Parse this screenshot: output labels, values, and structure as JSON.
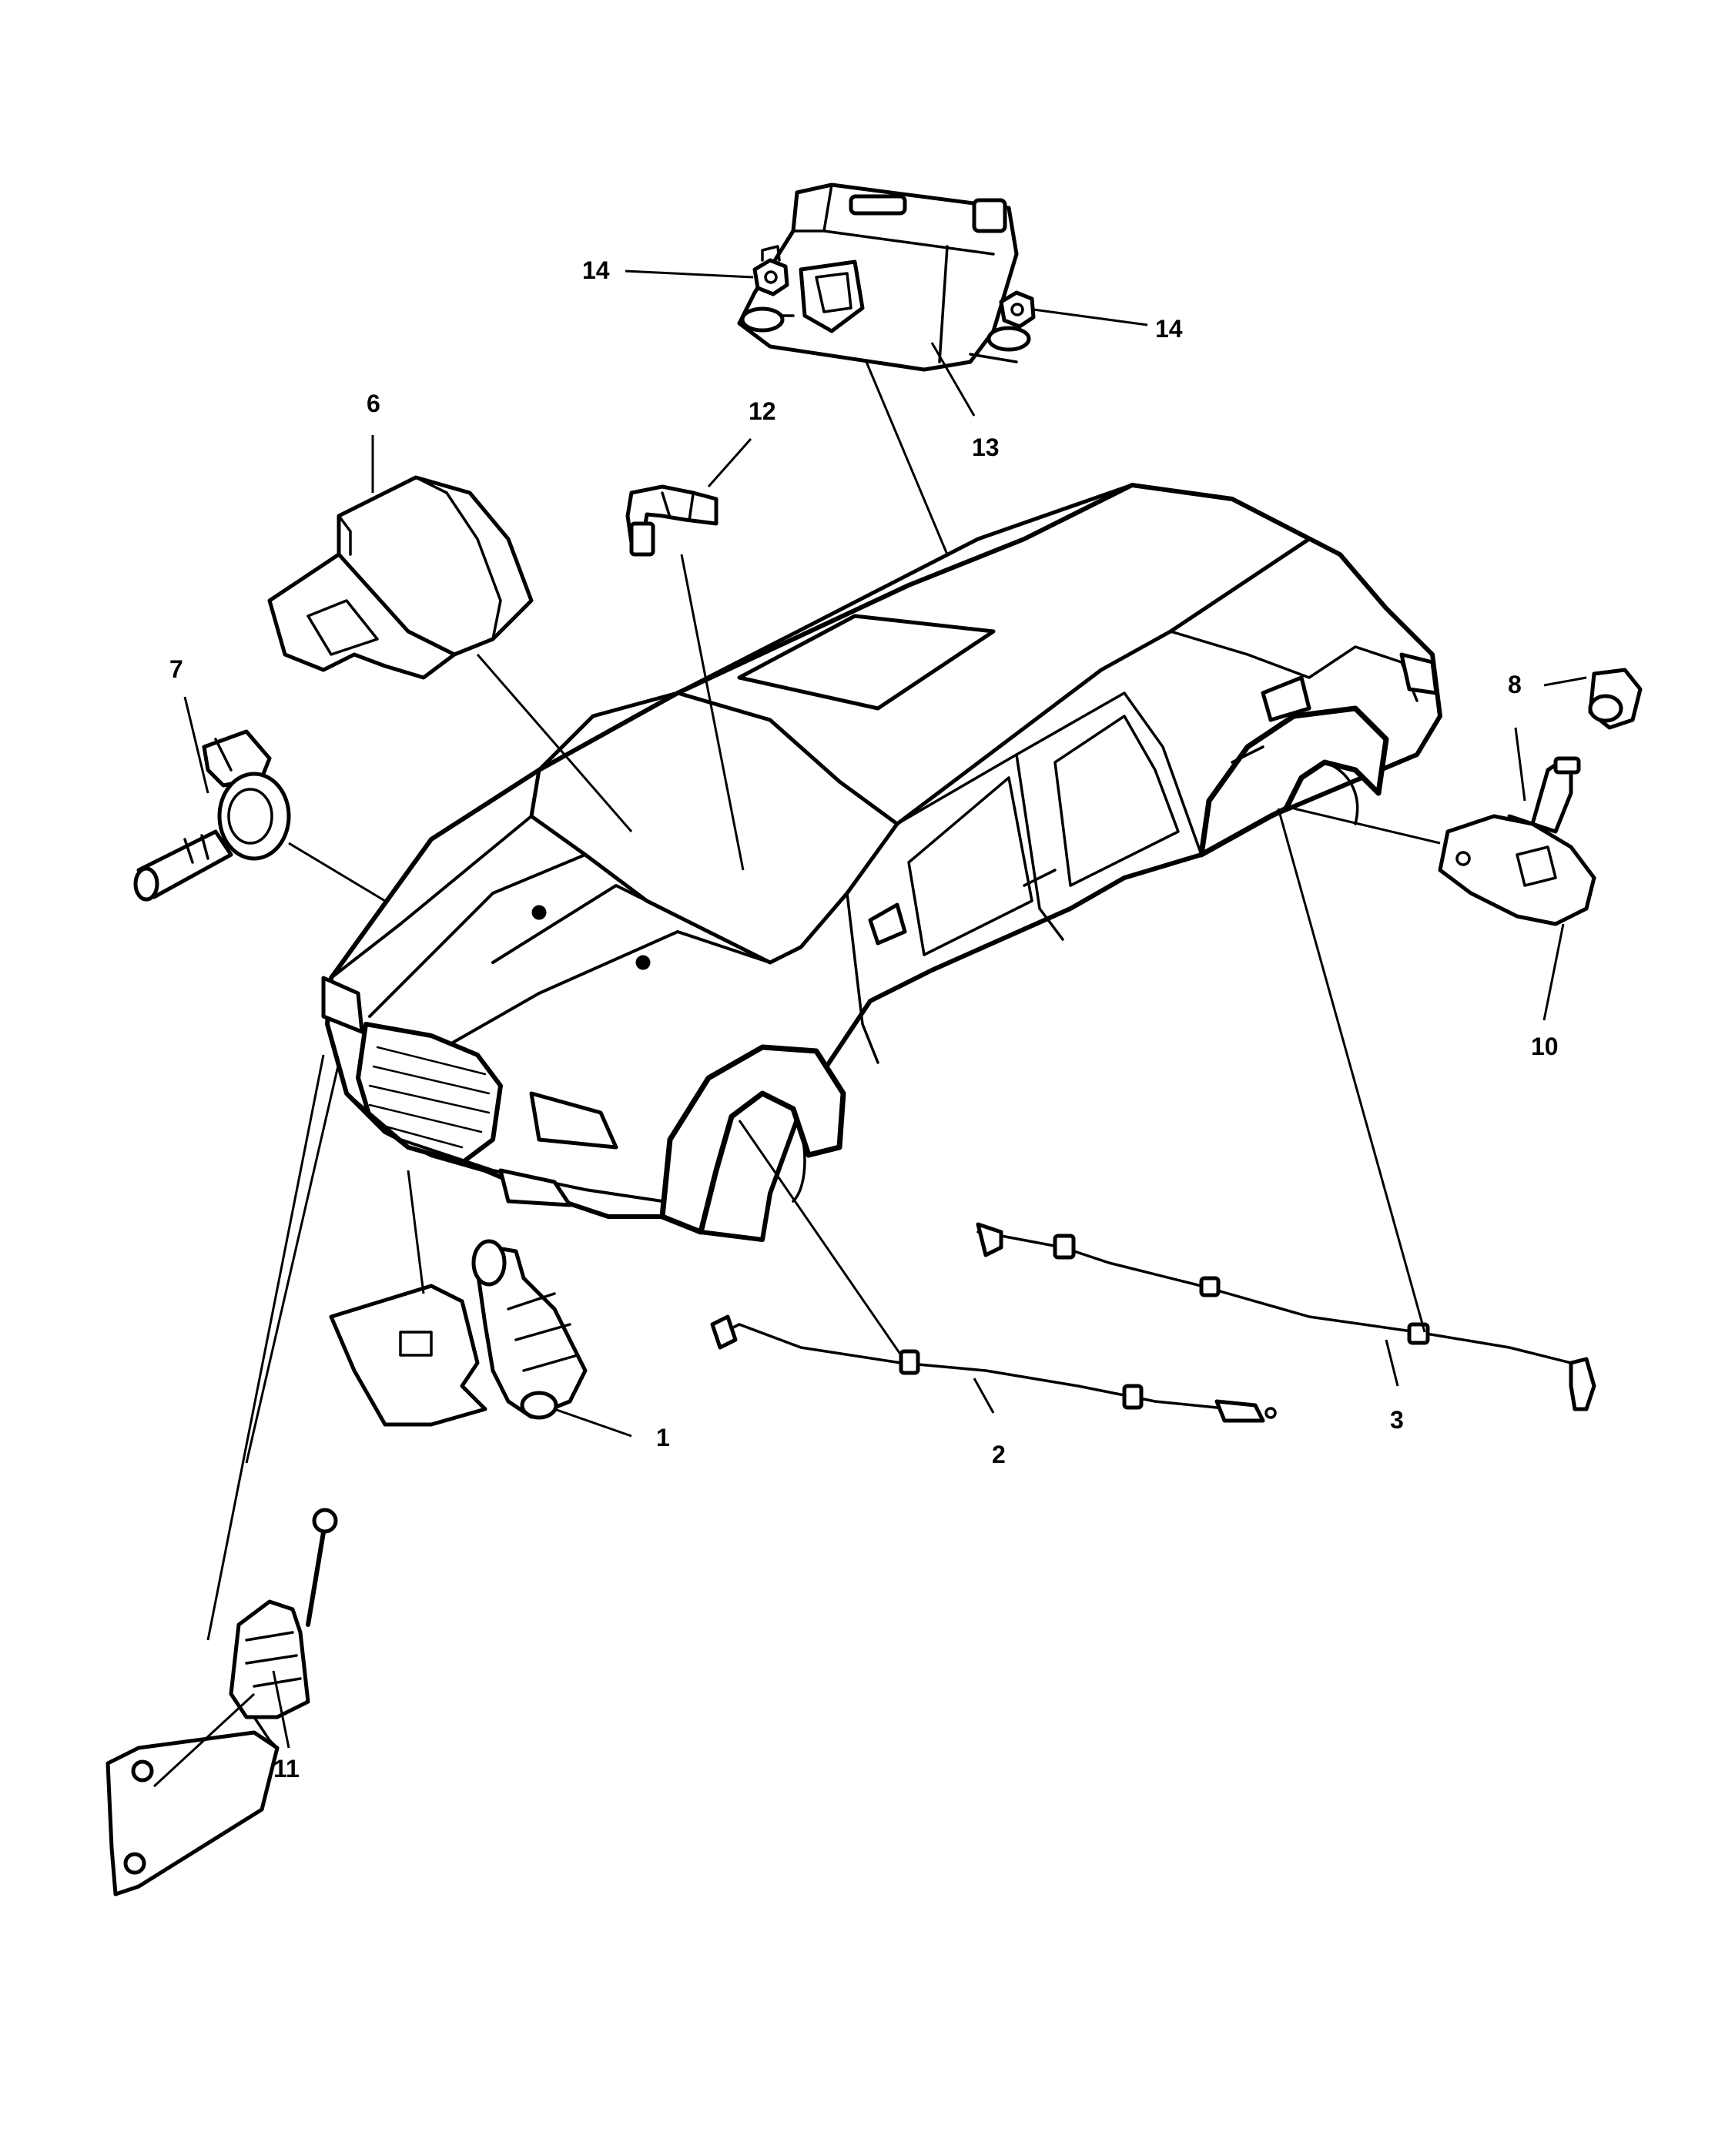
{
  "callouts": {
    "c1": "1",
    "c2": "2",
    "c3": "3",
    "c6": "6",
    "c7": "7",
    "c8": "8",
    "c10": "10",
    "c11": "11",
    "c12": "12",
    "c13": "13",
    "c14a": "14",
    "c14b": "14"
  },
  "colors": {
    "line": "#000000",
    "background": "#ffffff"
  }
}
